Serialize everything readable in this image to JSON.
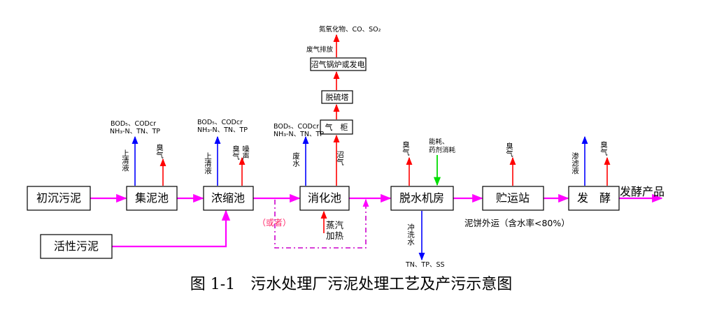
{
  "boxes": {
    "primary_sludge": "初沉污泥",
    "activated_sludge": "活性污泥",
    "collection_tank": "集泥池",
    "thickener": "浓缩池",
    "digester": "消化池",
    "dewatering_room": "脱水机房",
    "storage_station": "贮运站",
    "fermentation": "发　酵",
    "gas_holder": "气　柜",
    "desulfurization_tower": "脱硫塔",
    "biogas_boiler": "沼气锅炉或发电"
  },
  "labels": {
    "fermentation_product": "发酵产品",
    "pollutants_line1_a": "BOD₅、CODcr",
    "pollutants_line2_a": "NH₃-N、TN、TP",
    "pollutants_line1_b": "BOD₅、CODcr",
    "pollutants_line2_b": "NH₃-N、TN、TP",
    "pollutants_line1_c": "BOD₅、CODcr",
    "pollutants_line2_c": "NH₃-N、TN、TP",
    "supernatant_1": "上清液",
    "supernatant_2": "上清液",
    "odor_1": "臭气",
    "odor_2": "臭气",
    "noise": "噪声",
    "waste_water": "废水",
    "biogas": "沼气",
    "odor_3": "臭气",
    "energy": "能耗、",
    "chemical": "药剂消耗",
    "odor_4": "臭气",
    "leachate": "渗滤液",
    "odor_5": "臭气",
    "exhaust": "废气排放",
    "exhaust_pollutants": "氮氧化物、CO、SO₂",
    "or_note": "（或者）",
    "steam_line1": "蒸汽",
    "steam_line2": "加热",
    "flush_water": "冲洗水",
    "flush_pollutants": "TN、TP、SS",
    "cake_transport": "泥饼外运（含水率<80%）"
  },
  "caption": "图 1-1　污水处理厂污泥处理工艺及产污示意图",
  "colors": {
    "sludge_flow": "#ff00ff",
    "air_emission": "#ff0000",
    "water_discharge": "#0000ff",
    "resource_input": "#00dd00"
  }
}
